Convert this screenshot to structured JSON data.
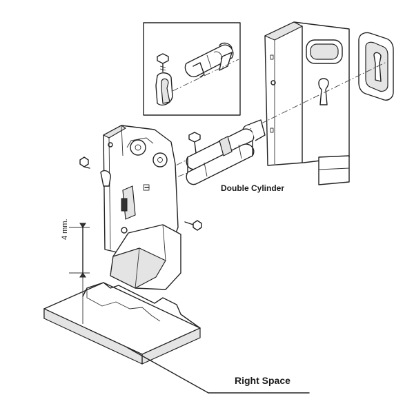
{
  "labels": {
    "double_cylinder": "Double Cylinder",
    "right_space": "Right Space",
    "dimension": "4 mm."
  }
}
